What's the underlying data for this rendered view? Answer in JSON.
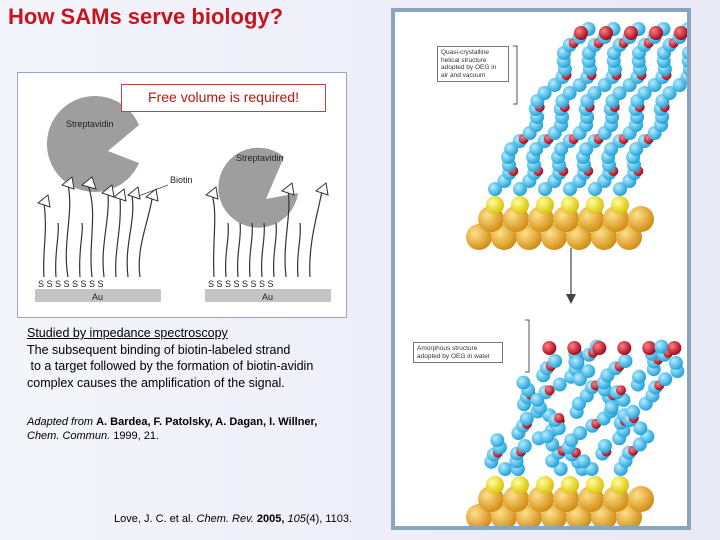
{
  "title": "How SAMs serve biology?",
  "left_figure": {
    "callout": "Free volume is required!",
    "streptavidin_left": "Streptavidin",
    "streptavidin_right": "Streptavidin",
    "biotin": "Biotin",
    "sulfur_row": "S S S S S S S S",
    "sulfur_row_right": "S S S S S S S S",
    "gold_left": "Au",
    "gold_right": "Au"
  },
  "body": {
    "line1": "Studied by impedance spectroscopy",
    "line2": "The subsequent binding of biotin-labeled strand",
    "line3": " to a target followed by the formation of biotin-avidin",
    "line4": "complex causes the amplification of the signal."
  },
  "adapted": {
    "prefix": "Adapted from ",
    "authors": "A. Bardea, F. Patolsky, A. Dagan, I. Willner,",
    "journal": "Chem. Commun.",
    "year_pages": " 1999, 21."
  },
  "reference": {
    "authors": "Love, J. C. et al. ",
    "journal": "Chem. Rev.",
    "year": " 2005, ",
    "volume": "105",
    "issue_pages": "(4), 1103."
  },
  "right_figure": {
    "label_top": "Quasi-crystalline helical structure adopted by OEG in air and vacuum",
    "label_bottom": "Amorphous structure adopted by OEG in water"
  }
}
